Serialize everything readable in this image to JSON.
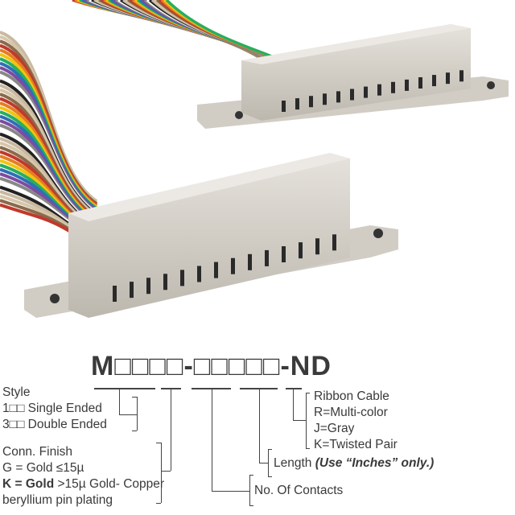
{
  "part_number": {
    "prefix": "M",
    "code": "M□□□□-□□□□□-ND"
  },
  "style": {
    "title": "Style",
    "options": [
      "1□□ Single Ended",
      "3□□ Double Ended"
    ]
  },
  "finish": {
    "title": "Conn. Finish",
    "g": "G = Gold ≤15µ",
    "k_bold": "K = Gold",
    "k_rest": " >15µ Gold- Copper",
    "k_line2": "beryllium pin plating"
  },
  "contacts": {
    "label": "No. Of Contacts"
  },
  "length": {
    "label": "Length ",
    "note": "(Use “Inches” only.)"
  },
  "ribbon": {
    "title": "Ribbon Cable",
    "options": [
      "R=Multi-color",
      "J=Gray",
      "K=Twisted Pair"
    ]
  },
  "colors": {
    "connector": "#d8d4cc",
    "cable": "#c9b9a0",
    "text": "#3a3a3a"
  }
}
